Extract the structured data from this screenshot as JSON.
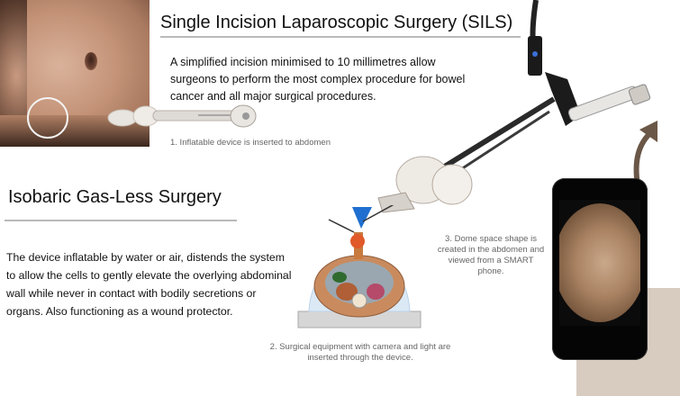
{
  "titles": {
    "sils": "Single Incision Laparoscopic Surgery (SILS)",
    "isobaric": "Isobaric Gas-Less Surgery"
  },
  "text": {
    "intro": "A simplified incision minimised to 10 millimetres allow surgeons to perform the most complex procedure for bowel cancer  and all major surgical procedures.",
    "isobaric_body": "The device inflatable by water or air, distends the system to allow the cells to gently elevate the overlying abdominal wall while never in contact with bodily secretions or organs. Also functioning as a wound protector."
  },
  "captions": {
    "step1": "1. Inflatable device is inserted to abdomen",
    "step2": "2. Surgical equipment with camera and light are inserted through the device.",
    "step3": "3. Dome space shape is created in the abdomen and viewed from a SMART phone."
  },
  "colors": {
    "rule": "#b9b9b9",
    "caption": "#666666",
    "arrow": "#6b5747",
    "dome": "#1f6fd0"
  }
}
